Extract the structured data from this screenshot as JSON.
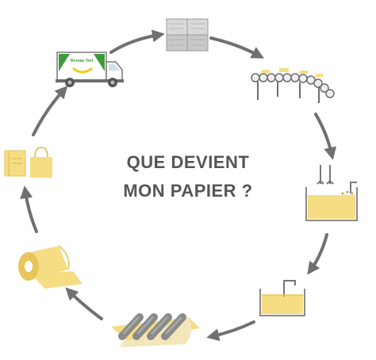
{
  "title": {
    "line1": "QUE DEVIENT",
    "line2": "MON PAPIER ?"
  },
  "truck": {
    "logo_text": "Réseau Vert"
  },
  "cycle": {
    "stages": [
      {
        "icon": "paper-bales-icon"
      },
      {
        "icon": "sorting-conveyor-icon"
      },
      {
        "icon": "pulper-tank-icon"
      },
      {
        "icon": "pulp-vat-icon"
      },
      {
        "icon": "paper-machine-rollers-icon"
      },
      {
        "icon": "paper-roll-icon"
      },
      {
        "icon": "paper-products-icon"
      },
      {
        "icon": "collection-truck-icon"
      }
    ]
  },
  "colors": {
    "arrow": "#707070",
    "paper_yellow": "#f6dd84",
    "paper_yellow_dark": "#e7c55a",
    "metal_grey": "#8a8a8a",
    "text": "#555555",
    "truck_green": "#3d9b3d",
    "truck_yellow": "#f2c81a"
  }
}
